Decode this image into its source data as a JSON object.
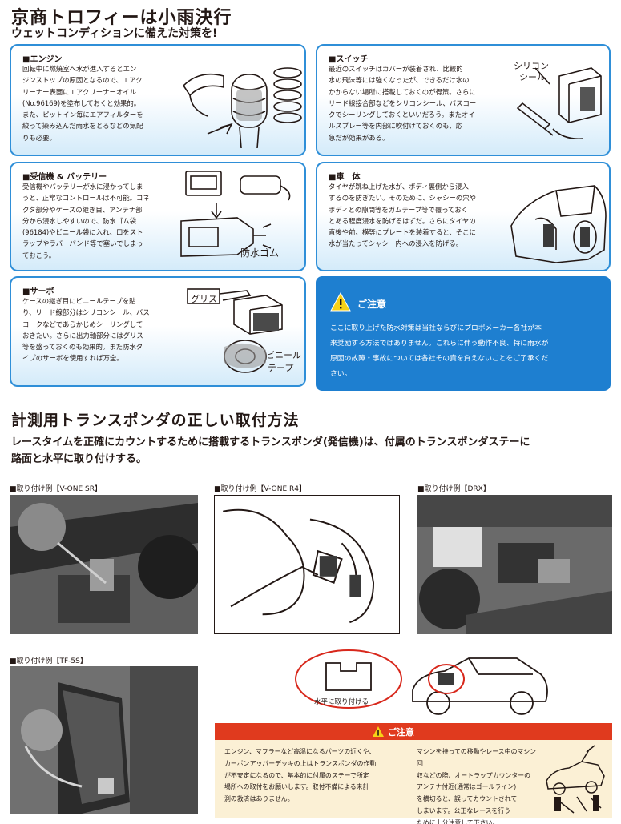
{
  "page": {
    "title": "京商トロフィーは小雨決行",
    "subtitle": "ウェットコンディションに備えた対策を!"
  },
  "cards": {
    "engine": {
      "title": "■エンジン",
      "lines": [
        "回転中に燃焼室へ水が進入するとエン",
        "ジンストップの原因となるので、エアク",
        "リーナー表面にエアクリーナーオイル",
        "(No.96169)を塗布しておくと効果的。",
        "また、ピットイン毎にエアフィルターを",
        "絞って染み込んだ雨水をとるなどの気配",
        "りも必要。"
      ]
    },
    "switch": {
      "title": "■スイッチ",
      "lines": [
        "最近のスイッチはカバーが装着され、比較的",
        "水の飛沫等には強くなったが、できるだけ水の",
        "かからない場所に搭載しておくのが得策。さらに",
        "リード線接合部などをシリコンシール、バスコー",
        "クでシーリングしておくといいだろう。またオイ",
        "ルスプレー等を内部に吹付けておくのも、応",
        "急だが効果がある。"
      ],
      "illus_label_1": "シリコン",
      "illus_label_2": "シール"
    },
    "receiver": {
      "title": "■受信機 & バッテリー",
      "lines": [
        "受信機やバッテリーが水に浸かってしま",
        "うと、正常なコントロールは不可能。コネ",
        "クタ部分やケースの継ぎ目、アンテナ部",
        "分から浸水しやすいので、防水ゴム袋",
        "(96184)やビニール袋に入れ、口をスト",
        "ラップやラバーバンド等で塞いでしまっ",
        "ておこう。"
      ],
      "illus_label": "防水ゴム"
    },
    "body": {
      "title": "■車　体",
      "lines": [
        "タイヤが跳ね上げた水が、ボディ裏側から浸入",
        "するのを防ぎたい。そのために、シャシーの穴や",
        "ボディとの隙間等をガムテープ等で覆っておく",
        "とある程度浸水を防げるはずだ。さらにタイヤの",
        "直後や前、横等にプレートを装着すると、そこに",
        "水が当たってシャシー内への浸入を防げる。"
      ]
    },
    "servo": {
      "title": "■サーボ",
      "lines": [
        "ケースの継ぎ目にビニールテープを貼",
        "り、リード線部分はシリコンシール、バス",
        "コークなどであらかじめシーリングして",
        "おきたい。さらに出力軸部分にはグリス",
        "等を盛っておくのも効果的。また防水タ",
        "イプのサーボを使用すれば万全。"
      ],
      "illus_label_1": "グリス",
      "illus_label_2": "ビニール",
      "illus_label_3": "テープ"
    }
  },
  "notice": {
    "title": "ご注意",
    "lines": [
      "ここに取り上げた防水対策は当社ならびにプロポメーカー各社が本",
      "来奨励する方法ではありません。これらに伴う動作不良、特に雨水が",
      "原因の故障・事故については各社その責を負えないことをご了承くだ",
      "さい。"
    ]
  },
  "transponder": {
    "title": "計測用トランスポンダの正しい取付方法",
    "lines": [
      "レースタイムを正確にカウントするために搭載するトランスポンダ(発信機)は、付属のトランスポンダステーに",
      "路面と水平に取り付けする。"
    ],
    "captions": {
      "vone_sr": "■取り付け例【V-ONE SR】",
      "vone_r4": "■取り付け例【V-ONE R4】",
      "drx": "■取り付け例【DRX】",
      "tf5s": "■取り付け例【TF-5S】"
    },
    "level_label": "水平に取り付ける"
  },
  "caution": {
    "title": "ご注意",
    "col1": [
      "エンジン、マフラーなど高温になるパーツの近くや、",
      "カーボンアッパーデッキの上はトランスポンダの作動",
      "が不安定になるので、基本的に付属のステーで所定",
      "場所への取付をお願いします。取付不備による未計",
      "測の救済はありません。"
    ],
    "col2": [
      "マシンを持っての移動やレース中のマシン回",
      "収などの際、オートラップカウンターの",
      "アンテナ付近(通常はゴールライン)",
      "を横切ると、誤ってカウントされて",
      "しまいます。公正なレースを行う",
      "ために十分注意して下さい。"
    ]
  },
  "colors": {
    "card_border": "#2f8fd8",
    "notice_bg": "#1e7fd0",
    "caution_bar": "#e03a1e",
    "caution_bg": "#fbf0d5",
    "warning_yellow": "#f7d117"
  }
}
